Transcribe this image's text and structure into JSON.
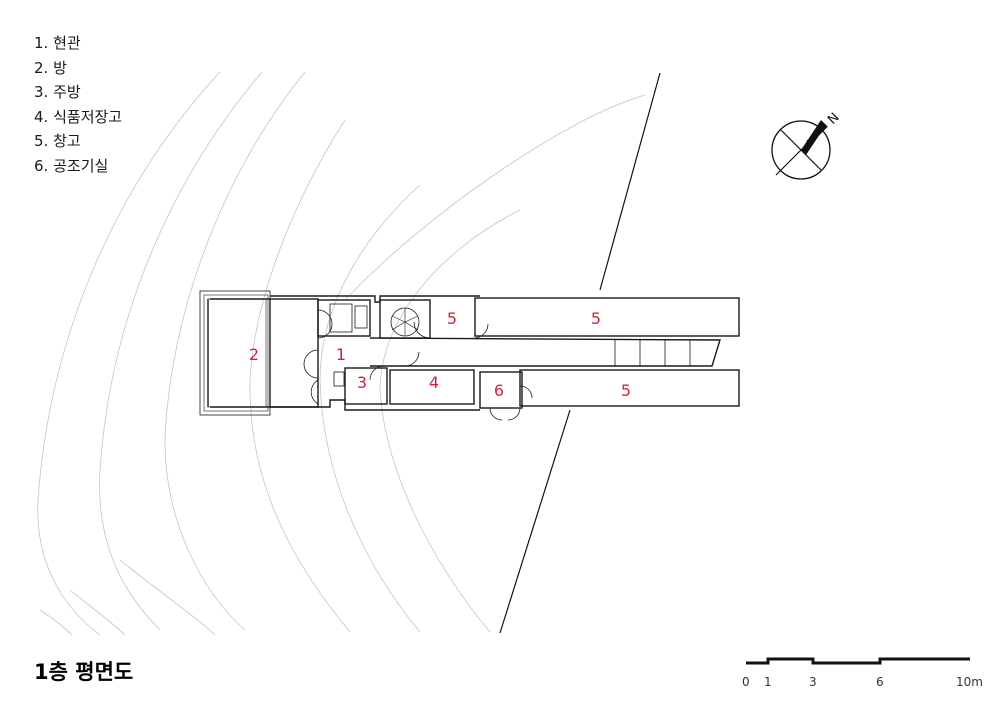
{
  "legend": {
    "items": [
      {
        "num": "1.",
        "name": "현관"
      },
      {
        "num": "2.",
        "name": "방"
      },
      {
        "num": "3.",
        "name": "주방"
      },
      {
        "num": "4.",
        "name": "식품저장고"
      },
      {
        "num": "5.",
        "name": "창고"
      },
      {
        "num": "6.",
        "name": "공조기실"
      }
    ]
  },
  "rooms": [
    "2",
    "1",
    "3",
    "4",
    "5",
    "5",
    "5",
    "6"
  ],
  "title": "1층 평면도",
  "north_label": "N",
  "scale": {
    "labels": [
      "0",
      "1",
      "3",
      "6",
      "10m"
    ],
    "values_m": [
      0,
      1,
      3,
      6,
      10
    ]
  },
  "colors": {
    "room_label": "#d2233a",
    "wall": "#1a1a1a",
    "contour": "#bdbdbd"
  }
}
